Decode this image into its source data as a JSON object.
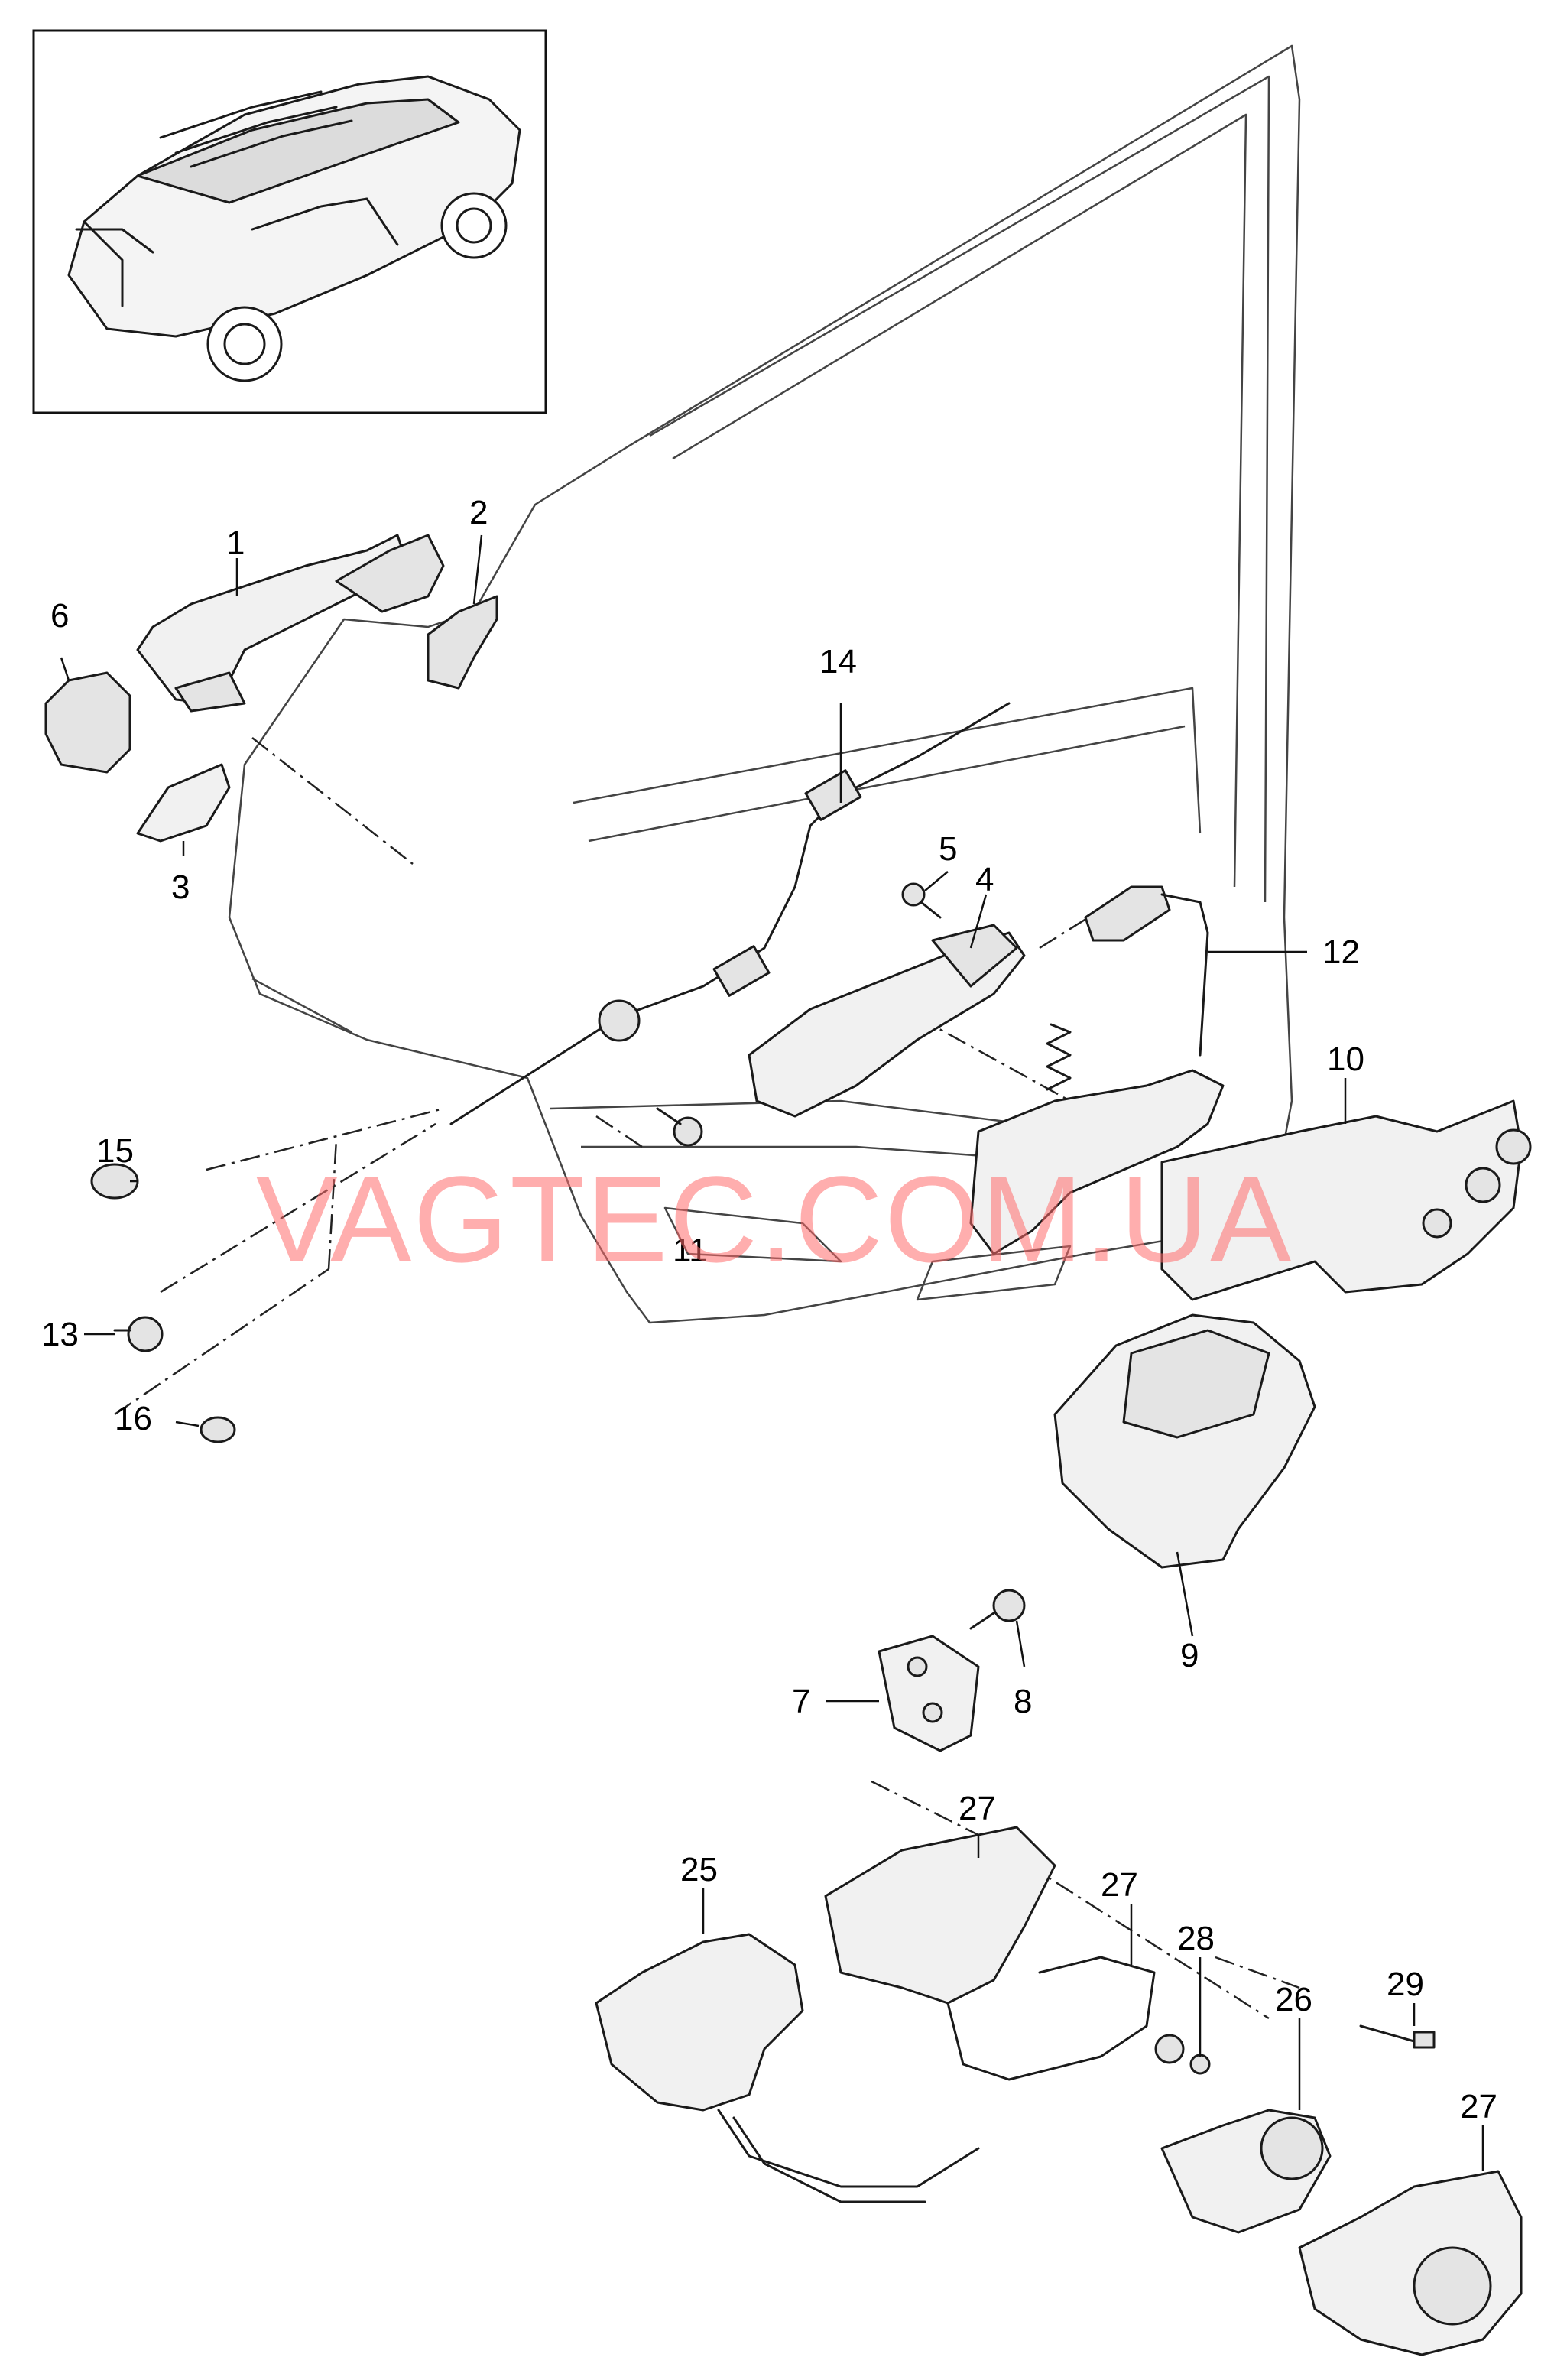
{
  "watermark": "VAGTEC.COM.UA",
  "callouts": [
    {
      "id": "1",
      "label": "1"
    },
    {
      "id": "2",
      "label": "2"
    },
    {
      "id": "3",
      "label": "3"
    },
    {
      "id": "4",
      "label": "4"
    },
    {
      "id": "5",
      "label": "5"
    },
    {
      "id": "6",
      "label": "6"
    },
    {
      "id": "7",
      "label": "7"
    },
    {
      "id": "8",
      "label": "8"
    },
    {
      "id": "9",
      "label": "9"
    },
    {
      "id": "10",
      "label": "10"
    },
    {
      "id": "11",
      "label": "11"
    },
    {
      "id": "12",
      "label": "12"
    },
    {
      "id": "13",
      "label": "13"
    },
    {
      "id": "14",
      "label": "14"
    },
    {
      "id": "15",
      "label": "15"
    },
    {
      "id": "16",
      "label": "16"
    },
    {
      "id": "25",
      "label": "25"
    },
    {
      "id": "26",
      "label": "26"
    },
    {
      "id": "27a",
      "label": "27"
    },
    {
      "id": "27b",
      "label": "27"
    },
    {
      "id": "27c",
      "label": "27"
    },
    {
      "id": "28",
      "label": "28"
    },
    {
      "id": "29",
      "label": "29"
    }
  ]
}
